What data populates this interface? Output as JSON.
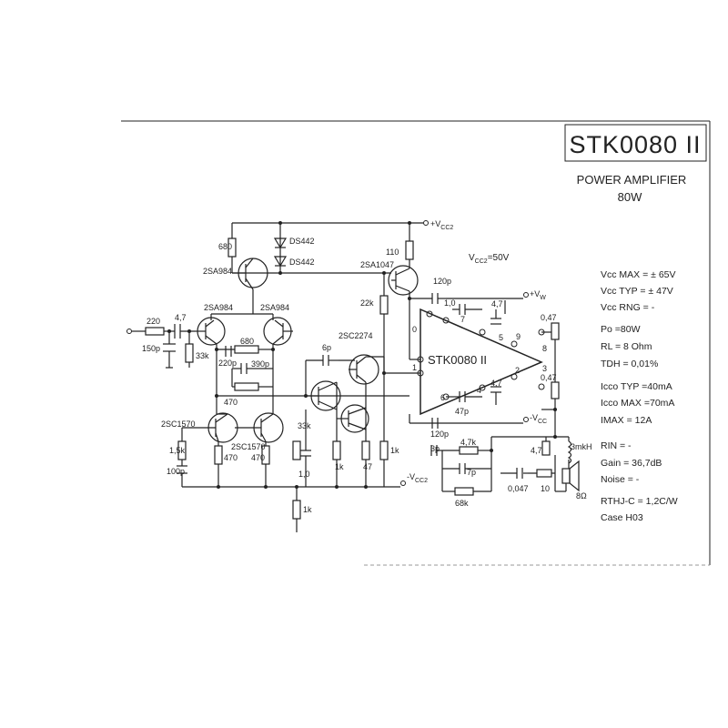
{
  "title_block": {
    "part_number": "STK0080 II",
    "description_line1": "POWER AMPLIFIER",
    "description_line2": "80W"
  },
  "chip_label": "STK0080 II",
  "supply_labels": {
    "vcc2_top": "+V",
    "vcc2_sub": "CC2",
    "vcc2_value_prefix": "V",
    "vcc2_value_sub": "CC2",
    "vcc2_value_suffix": "=50V",
    "vw": "+V",
    "vw_sub": "W",
    "vcc_neg": "-V",
    "vcc_neg_sub": "CC",
    "vcc2_neg": "-V",
    "vcc2_neg_sub": "CC2"
  },
  "components": {
    "r680_top": "680",
    "ds442_a": "DS442",
    "ds442_b": "DS442",
    "q_2sa984_top": "2SA984",
    "q_2sa984_left": "2SA984",
    "q_2sa984_right": "2SA984",
    "r110": "110",
    "q_2sa1047": "2SA1047",
    "r22k": "22k",
    "q_2sc2274": "2SC2274",
    "c6p": "6p",
    "r220_in": "220",
    "c4_7_in": "4,7",
    "c150p": "150p",
    "r33k_in": "33k",
    "r680_mid": "680",
    "c220p": "220p",
    "c390p": "390p",
    "r470_mid": "470",
    "q_2sc1570_a": "2SC1570",
    "q_2sc1570_b": "2SC1570",
    "r1_5k": "1,5k",
    "c100p": "100p",
    "r470_a": "470",
    "r470_b": "470",
    "r33k_b": "33k",
    "c1_0_low": "1,0",
    "r1k_a": "1k",
    "r47": "47",
    "r1k_b": "1k",
    "r1k_c": "1k",
    "c120p_top": "120p",
    "c1_0_top": "1,0",
    "c4_7_top": "4,7",
    "r0_47_a": "0,47",
    "r0_47_b": "0,47",
    "c47p": "47p",
    "c4_7_bot": "4,7",
    "c120p_bot": "120p",
    "c3p": "3p",
    "r4_7k": "4,7k",
    "c7p": "7p",
    "r68k": "68k",
    "r4_7_out": "4,7",
    "l3mkh": "3mkH",
    "c0_047": "0,047",
    "r10": "10",
    "spk8": "8Ω"
  },
  "pins": [
    "0",
    "1",
    "2",
    "3",
    "4",
    "5",
    "6",
    "7",
    "8",
    "9"
  ],
  "specs": [
    "Vcc MAX = ± 65V",
    "Vcc TYP = ± 47V",
    "Vcc RNG =  -",
    "Po  =80W",
    "RL  = 8 Ohm",
    "TDH = 0,01%",
    "Icco TYP =40mA",
    "Icco MAX =70mA",
    "IMAX =  12A",
    "RIN  = -",
    "Gain = 36,7dB",
    "Noise = -",
    "RTHJ-C = 1,2C/W",
    "Case  H03"
  ]
}
